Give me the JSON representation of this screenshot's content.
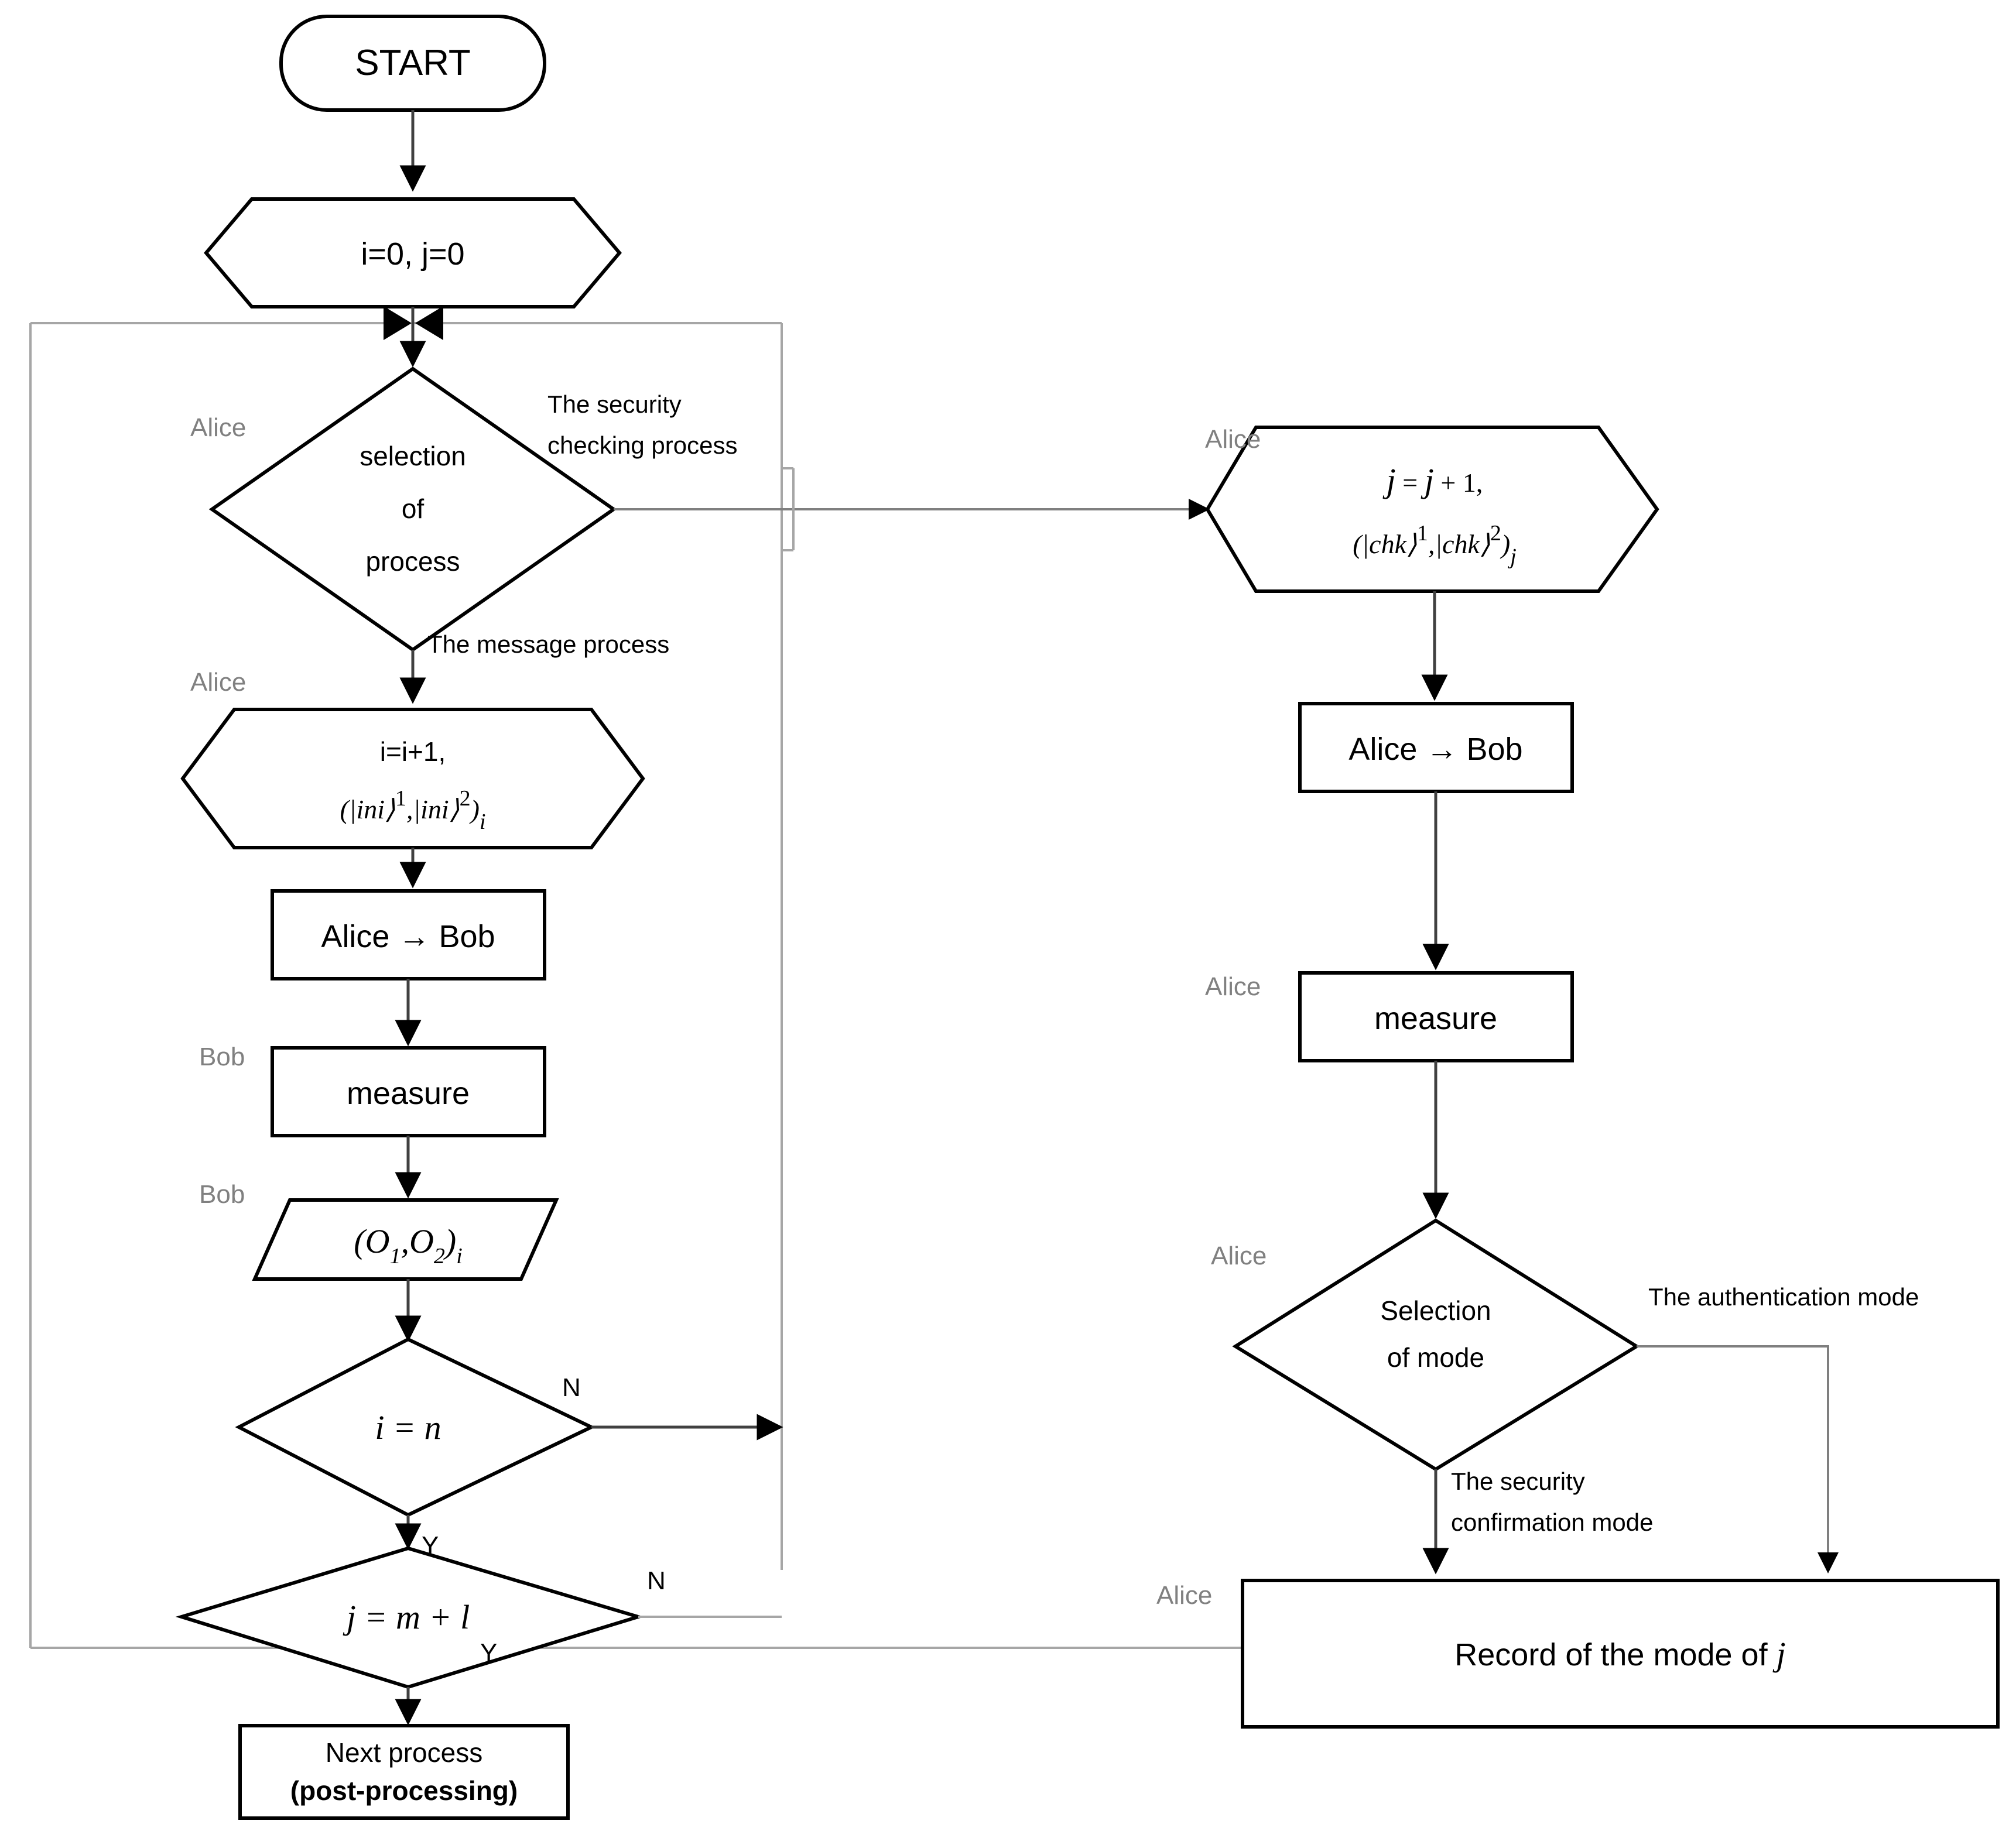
{
  "diagram": {
    "title": "Quantum communication protocol flowchart",
    "colors": {
      "node_stroke": "#000000",
      "edge": "#7f7f7f",
      "loop_box": "#bfbfbf",
      "actor_label": "#808080",
      "background": "#ffffff"
    }
  },
  "nodes": {
    "start": {
      "label": "START",
      "shape": "terminator"
    },
    "init": {
      "label": "i=0, j=0",
      "shape": "hexagon"
    },
    "selection_of_process": {
      "line1": "selection",
      "line2": "of",
      "line3": "process",
      "shape": "diamond"
    },
    "msg_prepare": {
      "line1": "i=i+1,",
      "line2_open": "(",
      "line2_ket1": "|ini⟩",
      "line2_sup1": "1",
      "line2_comma": ",",
      "line2_ket2": "|ini⟩",
      "line2_sup2": "2",
      "line2_close": ")",
      "line2_sub": "i",
      "shape": "hexagon"
    },
    "msg_send": {
      "label": "Alice → Bob",
      "shape": "rectangle"
    },
    "msg_measure": {
      "label": "measure",
      "shape": "rectangle"
    },
    "msg_outcome": {
      "open": "(",
      "o1": "O",
      "o1sub": "1",
      "comma": ",",
      "o2": "O",
      "o2sub": "2",
      "close": ")",
      "sub": "i",
      "shape": "parallelogram"
    },
    "check_i_eq_n": {
      "label": "i = n",
      "shape": "diamond"
    },
    "check_j_eq_m_plus_l": {
      "label": "j = m + l",
      "shape": "diamond"
    },
    "next_process": {
      "line1": "Next process",
      "line2": "(post-processing)",
      "shape": "rectangle"
    },
    "chk_prepare": {
      "line1_j": "j",
      "line1_eq": " = ",
      "line1_j2": "j",
      "line1_plus": " + 1,",
      "line2_open": "(",
      "line2_ket1": "|chk⟩",
      "line2_sup1": "1",
      "line2_comma": ",",
      "line2_ket2": "|chk⟩",
      "line2_sup2": "2",
      "line2_close": ")",
      "line2_sub": "j",
      "shape": "hexagon"
    },
    "chk_send": {
      "label": "Alice → Bob",
      "shape": "rectangle"
    },
    "chk_measure": {
      "label": "measure",
      "shape": "rectangle"
    },
    "selection_of_mode": {
      "line1": "Selection",
      "line2": "of mode",
      "shape": "diamond"
    },
    "record_mode": {
      "text_prefix": "Record of the mode of ",
      "text_var": "j",
      "shape": "rectangle"
    }
  },
  "actors": {
    "a1": "Alice",
    "a2": "Alice",
    "a3": "Bob",
    "a4": "Bob",
    "a5": "Alice",
    "a6": "Alice",
    "a7": "Alice",
    "a8": "Alice"
  },
  "edge_labels": {
    "security_checking_l1": "The security",
    "security_checking_l2": "checking process",
    "message_process": "The message process",
    "i_eq_n_no": "N",
    "i_eq_n_yes": "Y",
    "j_eq_ml_no": "N",
    "j_eq_ml_yes": "Y",
    "authentication_mode": "The authentication mode",
    "security_confirmation_l1": "The security",
    "security_confirmation_l2": "confirmation mode"
  }
}
